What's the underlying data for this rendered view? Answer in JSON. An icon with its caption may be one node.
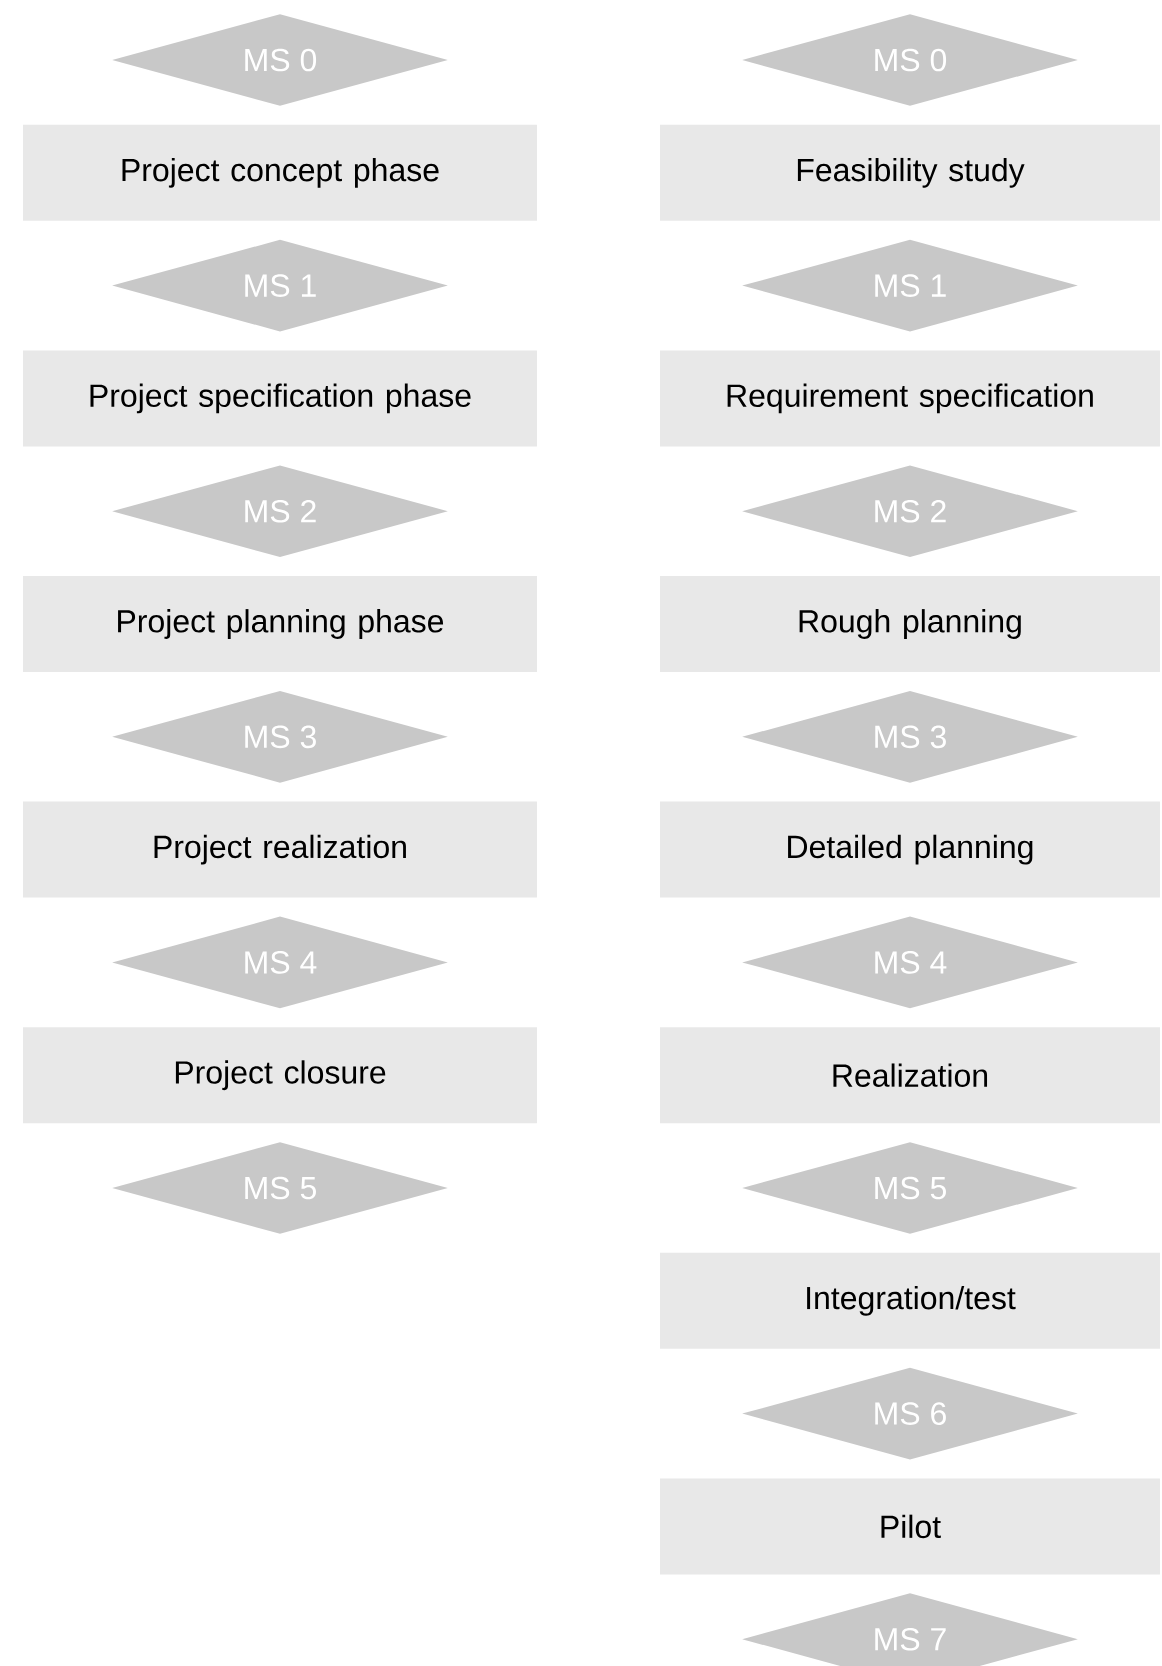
{
  "diagram": {
    "nodes": [
      {
        "text": [
          "MS 0"
        ]
      },
      {
        "text": [
          "Project concept phase"
        ]
      },
      {
        "text": [
          "MS 1"
        ]
      },
      {
        "text": [
          "Project specification phase"
        ]
      },
      {
        "text": [
          "MS 2"
        ]
      },
      {
        "text": [
          "Project planning phase"
        ]
      },
      {
        "text": [
          "MS 3"
        ]
      },
      {
        "text": [
          "Project realization"
        ]
      },
      {
        "text": [
          "MS 4"
        ]
      },
      {
        "text": [
          "Project closure"
        ]
      },
      {
        "text": [
          "MS 5"
        ]
      },
      {
        "text": [
          "MS 0"
        ]
      },
      {
        "text": [
          "Feasibility study"
        ]
      },
      {
        "text": [
          "MS 1"
        ]
      },
      {
        "text": [
          "Requirement specification"
        ]
      },
      {
        "text": [
          "MS 2"
        ]
      },
      {
        "text": [
          "Rough planning"
        ]
      },
      {
        "text": [
          "MS 3"
        ]
      },
      {
        "text": [
          "Detailed planning"
        ]
      },
      {
        "text": [
          "MS 4"
        ]
      },
      {
        "text": [
          "Realization"
        ]
      },
      {
        "text": [
          "MS 5"
        ]
      },
      {
        "text": [
          "Integration/test"
        ]
      },
      {
        "text": [
          "MS 6"
        ]
      },
      {
        "text": [
          "Pilot"
        ]
      },
      {
        "text": [
          "MS 7"
        ]
      }
    ]
  }
}
